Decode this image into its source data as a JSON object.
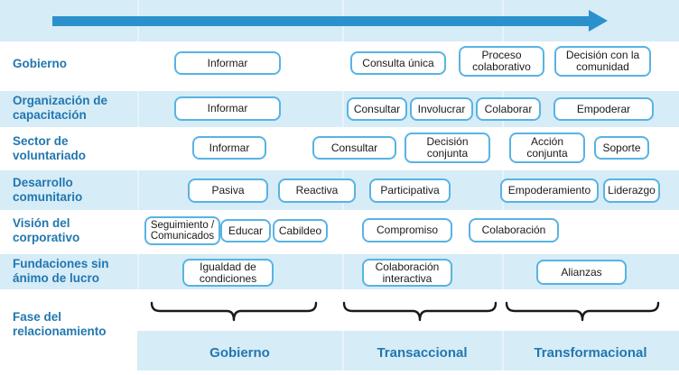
{
  "colors": {
    "band_blue": "#d6ecf7",
    "band_divider": "#e7f4fb",
    "arrow_blue": "#2b91cd",
    "box_border_blue": "#58b3e3",
    "label_blue": "#2277b0",
    "box_text": "#1a1a1a",
    "brace_black": "#1a1a1a"
  },
  "rows": [
    {
      "label": "Gobierno",
      "boxes": [
        "Informar",
        "Consulta única",
        "Proceso colaborativo",
        "Decisión con la comunidad"
      ]
    },
    {
      "label": "Organización de capacitación",
      "boxes": [
        "Informar",
        "Consultar",
        "Involucrar",
        "Colaborar",
        "Empoderar"
      ]
    },
    {
      "label": "Sector de voluntariado",
      "boxes": [
        "Informar",
        "Consultar",
        "Decisión conjunta",
        "Acción conjunta",
        "Soporte"
      ]
    },
    {
      "label": "Desarrollo comunitario",
      "boxes": [
        "Pasiva",
        "Reactiva",
        "Participativa",
        "Empoderamiento",
        "Liderazgo"
      ]
    },
    {
      "label": "Visión del corporativo",
      "boxes": [
        "Seguimiento / Comunicados",
        "Educar",
        "Cabildeo",
        "Compromiso",
        "Colaboración"
      ]
    },
    {
      "label": "Fundaciones sin ánimo de lucro",
      "boxes": [
        "Igualdad de condiciones",
        "Colaboración interactiva",
        "Alianzas"
      ]
    }
  ],
  "phase_row": {
    "label": "Fase del relacionamiento",
    "phases": [
      "Gobierno",
      "Transaccional",
      "Transformacional"
    ]
  }
}
